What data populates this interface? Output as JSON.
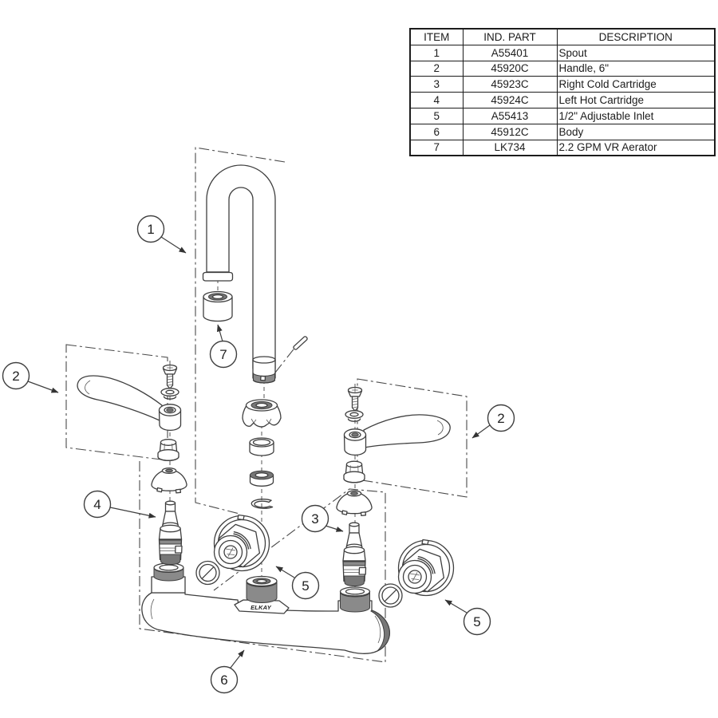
{
  "parts_table": {
    "headers": [
      "ITEM",
      "IND. PART",
      "DESCRIPTION"
    ],
    "rows": [
      {
        "item": "1",
        "part": "A55401",
        "description": "Spout"
      },
      {
        "item": "2",
        "part": "45920C",
        "description": "Handle, 6\""
      },
      {
        "item": "3",
        "part": "45923C",
        "description": "Right Cold Cartridge"
      },
      {
        "item": "4",
        "part": "45924C",
        "description": "Left Hot Cartridge"
      },
      {
        "item": "5",
        "part": "A55413",
        "description": "1/2\" Adjustable Inlet"
      },
      {
        "item": "6",
        "part": "45912C",
        "description": "Body"
      },
      {
        "item": "7",
        "part": "LK734",
        "description": "2.2 GPM VR Aerator"
      }
    ]
  },
  "diagram": {
    "brand_mark": "ELKAY",
    "callouts": [
      {
        "label": "1",
        "target": "spout"
      },
      {
        "label": "2",
        "target": "left-handle"
      },
      {
        "label": "2",
        "target": "right-handle"
      },
      {
        "label": "3",
        "target": "right-cold-cartridge"
      },
      {
        "label": "4",
        "target": "left-hot-cartridge"
      },
      {
        "label": "5",
        "target": "left-inlet"
      },
      {
        "label": "5",
        "target": "right-inlet"
      },
      {
        "label": "6",
        "target": "body"
      },
      {
        "label": "7",
        "target": "aerator"
      }
    ]
  }
}
